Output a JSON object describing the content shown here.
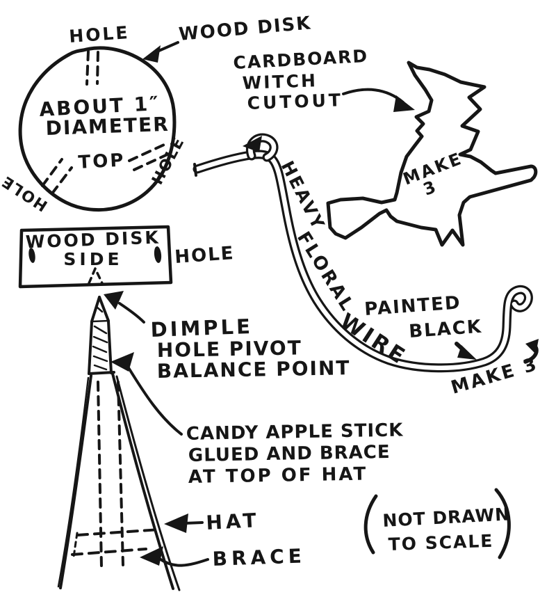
{
  "colors": {
    "ink": "#161616",
    "paper": "#ffffff"
  },
  "disk_top": {
    "label": "WOOD DISK",
    "hole_top": "HOLE",
    "hole_left": "HOLE",
    "hole_right": "HOLE",
    "size_line1": "ABOUT 1″",
    "size_line2": "DIAMETER",
    "view": "TOP"
  },
  "witch": {
    "label_line1": "CARDBOARD",
    "label_line2": "WITCH",
    "label_line3": "CUTOUT",
    "make_line1": "MAKE",
    "make_line2": "3"
  },
  "wire": {
    "word1": "HEAVY",
    "word2": "FLORAL",
    "word3": "WIRE",
    "painted_line1": "PAINTED",
    "painted_line2": "BLACK",
    "make": "MAKE 3"
  },
  "disk_side": {
    "line1": "WOOD DISK",
    "line2": "SIDE",
    "hole": "HOLE"
  },
  "pivot": {
    "line1": "DIMPLE",
    "line2": "HOLE PIVOT",
    "line3": "BALANCE POINT"
  },
  "stick_note": {
    "line1": "CANDY APPLE STICK",
    "line2": "GLUED AND BRACE",
    "line3": "AT TOP OF HAT"
  },
  "hat": {
    "hat_label": "HAT",
    "brace_label": "BRACE"
  },
  "note": {
    "line1": "NOT DRAWN",
    "line2": "TO SCALE",
    "full": "(NOT DRAWN TO SCALE)"
  }
}
